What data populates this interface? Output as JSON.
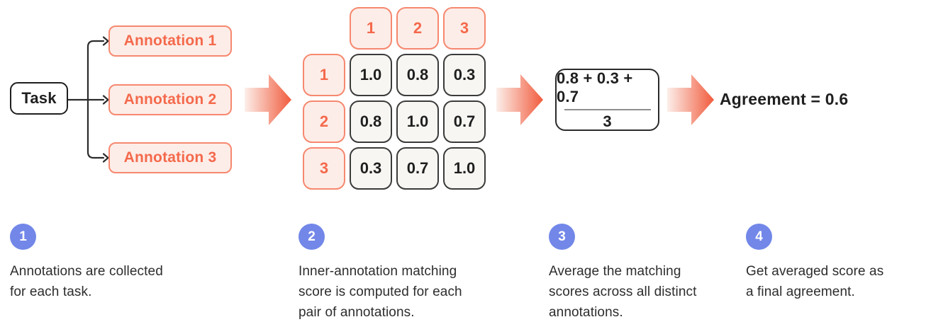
{
  "flow": {
    "task_label": "Task",
    "annotations": [
      "Annotation 1",
      "Annotation 2",
      "Annotation 3"
    ],
    "matrix": {
      "col_headers": [
        "1",
        "2",
        "3"
      ],
      "row_headers": [
        "1",
        "2",
        "3"
      ],
      "rows": [
        [
          "1.0",
          "0.8",
          "0.3"
        ],
        [
          "0.8",
          "1.0",
          "0.7"
        ],
        [
          "0.3",
          "0.7",
          "1.0"
        ]
      ]
    },
    "fraction": {
      "numerator": "0.8 + 0.3 + 0.7",
      "denominator": "3"
    },
    "result_label": "Agreement = 0.6"
  },
  "steps": [
    {
      "number": "1",
      "text": "Annotations are collected for each task."
    },
    {
      "number": "2",
      "text": "Inner-annotation matching score is computed for each pair of annotations."
    },
    {
      "number": "3",
      "text": "Average the matching scores across all distinct annotations."
    },
    {
      "number": "4",
      "text": "Get averaged score as a final agreement."
    }
  ],
  "colors": {
    "coral": "#F2684B",
    "coral_border": "#F6886F",
    "pink_fill": "#FDEDE8",
    "cell_fill": "#F7F6F2",
    "cell_border": "#3B3B3B",
    "ink": "#1F1F1F",
    "fraction_bar": "#8F8F8F",
    "step_blue": "#7287E8",
    "body_text": "#2D2D2D"
  }
}
